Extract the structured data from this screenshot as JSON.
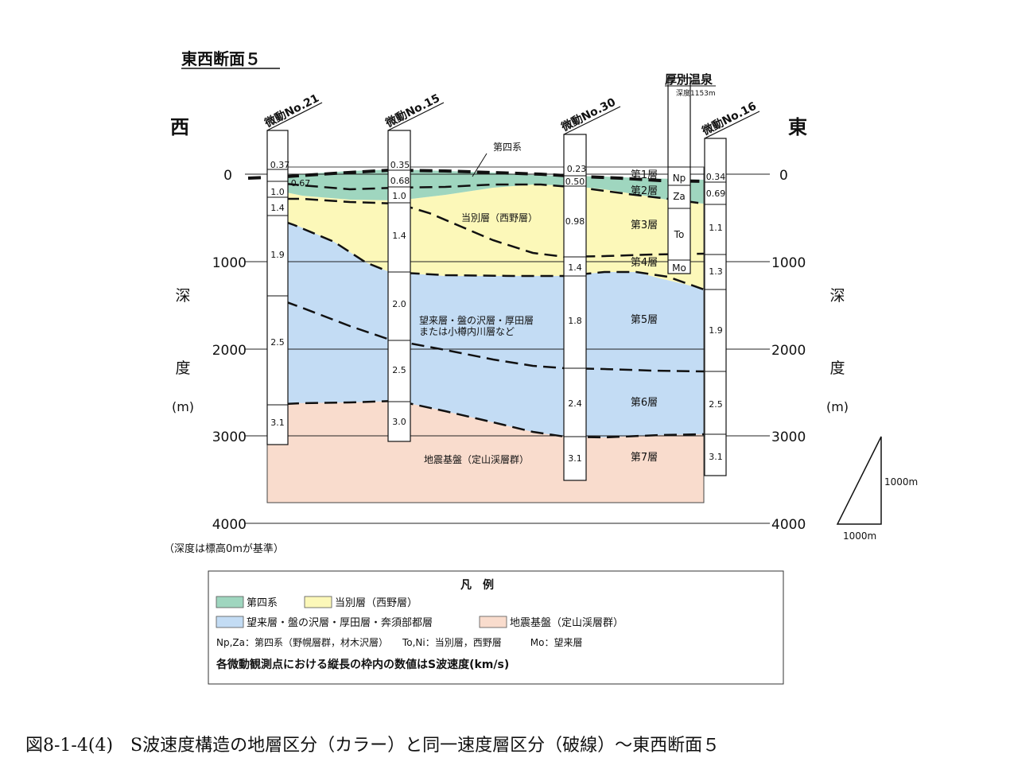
{
  "section_title": "東西断面５",
  "west_label": "西",
  "east_label": "東",
  "depth_label_chars": [
    "深",
    "度",
    "(m)"
  ],
  "depth_ticks": [
    "0",
    "1000",
    "2000",
    "3000",
    "4000"
  ],
  "depth_note": "（深度は標高0mが基準）",
  "boreholes": [
    {
      "name": "微動No.21",
      "velocities": [
        "0.37",
        "0.67",
        "1.0",
        "1.4",
        "1.9",
        "2.5",
        "3.1"
      ]
    },
    {
      "name": "微動No.15",
      "velocities": [
        "0.35",
        "0.68",
        "1.0",
        "1.4",
        "2.0",
        "2.5",
        "3.0"
      ]
    },
    {
      "name": "微動No.30",
      "velocities": [
        "0.23",
        "0.50",
        "0.98",
        "1.4",
        "1.8",
        "2.4",
        "3.1"
      ]
    },
    {
      "name": "微動No.16",
      "velocities": [
        "0.34",
        "0.69",
        "1.1",
        "1.3",
        "1.9",
        "2.5",
        "3.1"
      ]
    }
  ],
  "onsen": {
    "name": "厚別温泉",
    "depth_note": "深度1153m",
    "units": [
      "Np",
      "Za",
      "To",
      "Mo"
    ]
  },
  "layer_labels": [
    "第1層",
    "第2層",
    "第3層",
    "第4層",
    "第5層",
    "第6層",
    "第7層"
  ],
  "formation_labels": {
    "quaternary": "第四系",
    "tobetsu": "当別層（西野層）",
    "bourai_line1": "望来層・盤の沢層・厚田層",
    "bourai_line2": "または小樽内川層など",
    "basement": "地震基盤（定山渓層群）"
  },
  "scale": {
    "vertical": "1000m",
    "horizontal": "1000m"
  },
  "legend": {
    "title": "凡　例",
    "items": [
      {
        "label": "第四系",
        "color": "#9fd6bf"
      },
      {
        "label": "当別層（西野層）",
        "color": "#fcf8b9"
      },
      {
        "label": "望来層・盤の沢層・厚田層・奔須部都層",
        "color": "#c3dcf4"
      },
      {
        "label": "地震基盤（定山渓層群）",
        "color": "#f9dccd"
      }
    ],
    "note1": "Np,Za：第四系（野幌層群，材木沢層）　　To,Ni：当別層，西野層　　　Mo：望来層",
    "note2": "各微動観測点における縦長の枠内の数値はS波速度(km/s)"
  },
  "figure_caption": "図8-1-4(4)　S波速度構造の地層区分（カラー）と同一速度層区分（破線）～東西断面５"
}
